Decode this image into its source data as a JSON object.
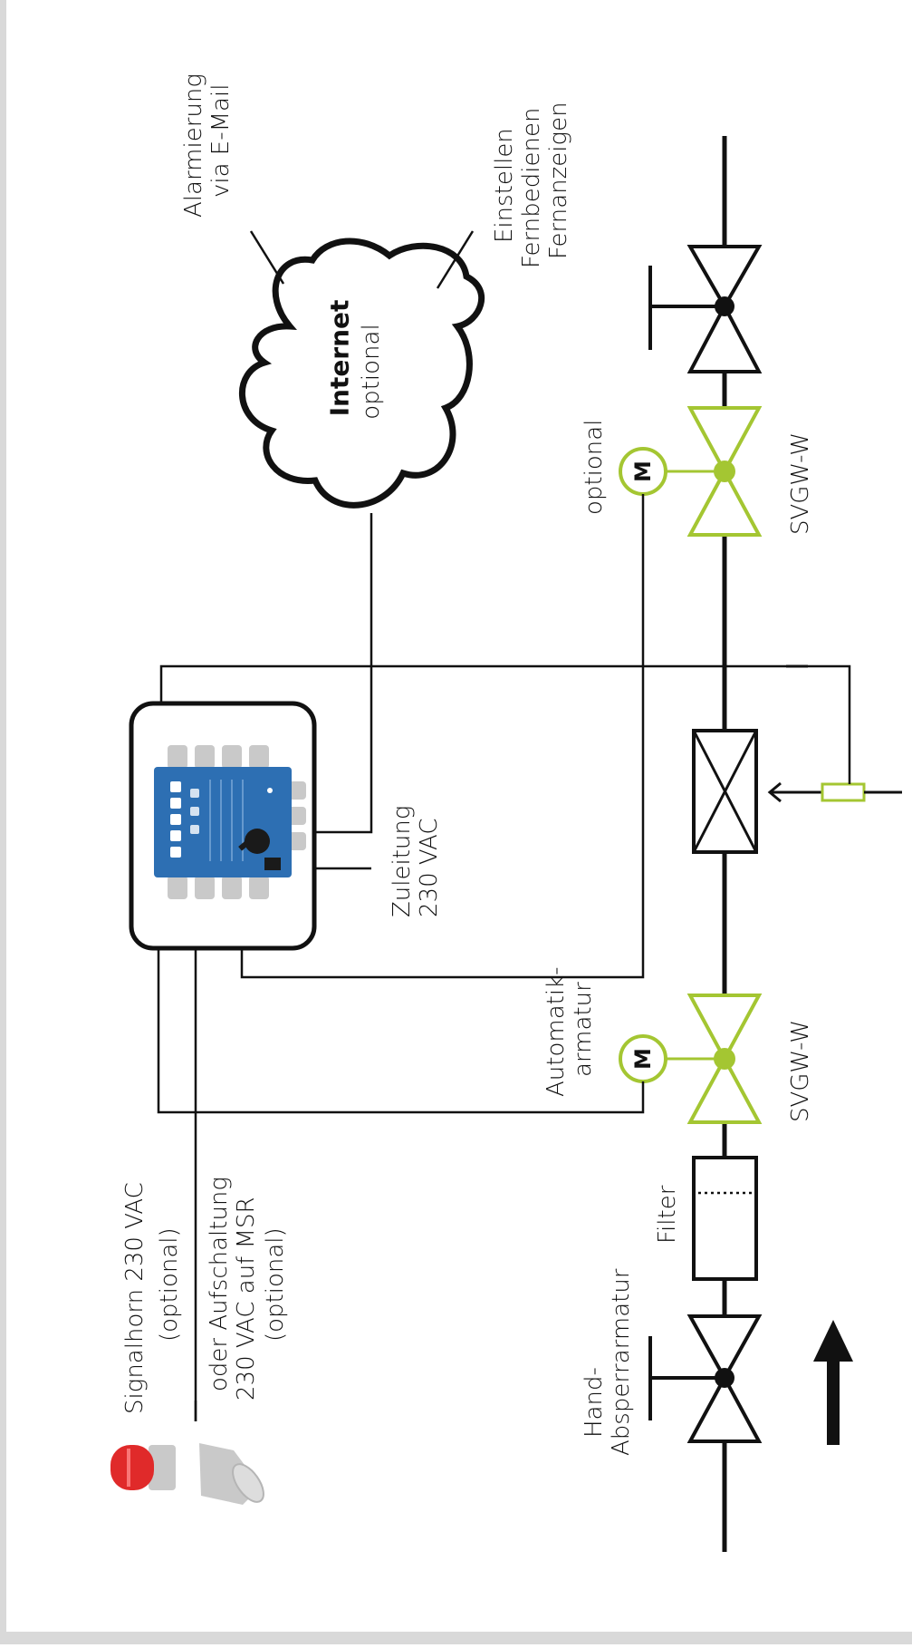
{
  "colors": {
    "line": "#111111",
    "accent": "#a4c632",
    "frame": "#d9d9d9",
    "panel_blue": "#2d6fb3",
    "horn_red": "#e02a2a",
    "horn_grey": "#c9c9c9"
  },
  "cloud": {
    "title": "Internet",
    "subtitle": "optional"
  },
  "labels": {
    "alarm_line1": "Alarmierung",
    "alarm_line2": "via E-Mail",
    "remote_line1": "Einstellen",
    "remote_line2": "Fernbedienen",
    "remote_line3": "Fernanzeigen",
    "supply_line1": "Zuleitung",
    "supply_line2": "230 VAC",
    "optional_motor": "optional",
    "svgw_top": "SVGW-W",
    "svgw_bottom": "SVGW-W",
    "auto_line1": "Automatik-",
    "auto_line2": "armatur",
    "filter": "Filter",
    "hand_line1": "Hand-",
    "hand_line2": "Absperrarmatur",
    "horn_line1": "Signalhorn  230 VAC",
    "horn_line2": "(optional)",
    "msr_line1": "oder Aufschaltung",
    "msr_line2": "230 VAC auf MSR",
    "msr_line3": "(optional)",
    "motor_symbol": "M"
  },
  "icons": {
    "controller": "controller-box-icon",
    "horn": "signal-horn-icon",
    "flow": "flow-direction-arrow-icon",
    "cloud": "internet-cloud-icon"
  }
}
